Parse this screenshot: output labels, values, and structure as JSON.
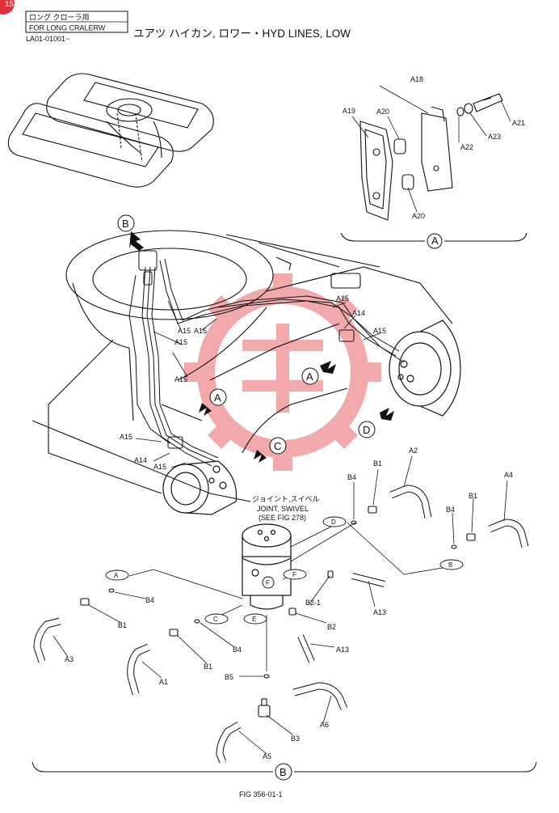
{
  "header": {
    "jp_label": "ロング クローラ用",
    "en_label": "FOR LONG CRALERW",
    "serial": "LA01-01001~",
    "title": "ユアツ ハイカン,  ロワー・HYD LINES, LOW",
    "page_number": "15"
  },
  "views": {
    "a": "A",
    "b": "B",
    "c": "C",
    "d": "D",
    "e": "E",
    "f": "F"
  },
  "swivel_note": {
    "line1": "ジョイント,スイベル",
    "line2": "JOINT, SWIVEL",
    "line3": "(SEE FIG 278)"
  },
  "parts": {
    "a1": "A1",
    "a2": "A2",
    "a3": "A3",
    "a4": "A4",
    "a5": "A5",
    "a6": "A6",
    "a13": "A13",
    "a14": "A14",
    "a15": "A15",
    "a18": "A18",
    "a19": "A19",
    "a20": "A20",
    "a21": "A21",
    "a22": "A22",
    "a23": "A23",
    "b1": "B1",
    "b2": "B2",
    "b2_1": "B2-1",
    "b3": "B3",
    "b4": "B4",
    "b5": "B5"
  },
  "footer": {
    "figure": "FIG 356-01-1"
  },
  "colors": {
    "ink": "#111111",
    "watermark": "#e8646a",
    "page_tab": "#e0303a"
  }
}
